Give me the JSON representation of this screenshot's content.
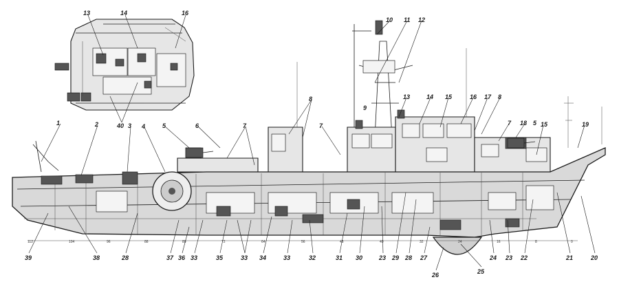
{
  "callouts_top": [
    "1",
    "2",
    "3",
    "4",
    "5",
    "6",
    "7",
    "8",
    "7",
    "9",
    "10",
    "11",
    "12",
    "13",
    "14",
    "15",
    "16",
    "17",
    "8",
    "7",
    "18",
    "5",
    "15",
    "19"
  ],
  "callouts_plan": [
    "13",
    "14",
    "16",
    "40"
  ],
  "callouts_bottom": [
    "39",
    "38",
    "28",
    "37",
    "36",
    "33",
    "35",
    "33",
    "34",
    "33",
    "32",
    "31",
    "30",
    "23",
    "29",
    "28",
    "27",
    "26",
    "25",
    "24",
    "23",
    "22",
    "21",
    "20"
  ],
  "frame_numbers": [
    "112",
    "104",
    "96",
    "88",
    "80",
    "72",
    "64",
    "56",
    "48",
    "40",
    "32",
    "24",
    "16",
    "8",
    "0"
  ]
}
